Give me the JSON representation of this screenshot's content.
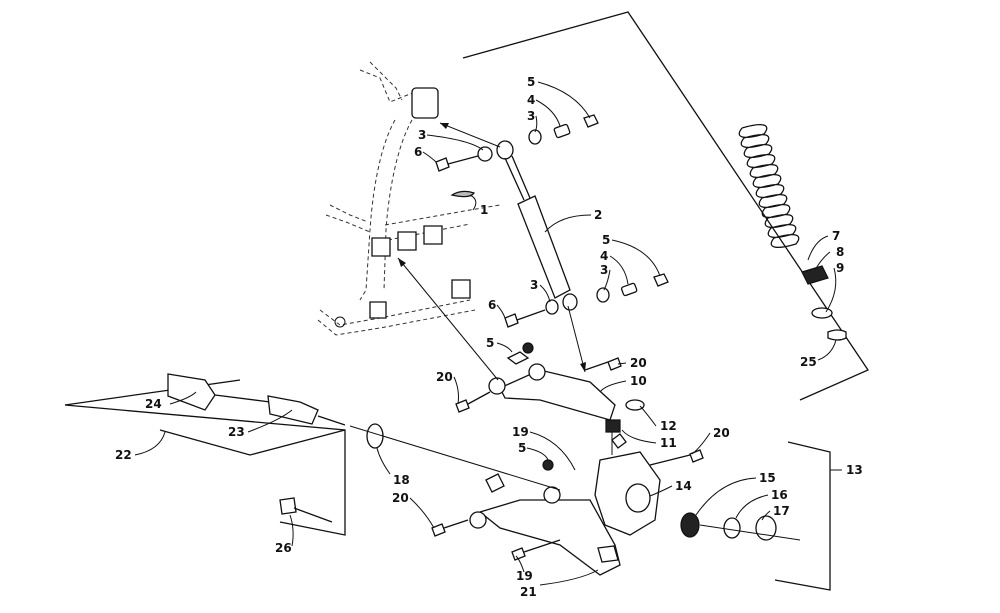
{
  "diagram": {
    "callouts": [
      {
        "id": "c5a",
        "text": "5"
      },
      {
        "id": "c4a",
        "text": "4"
      },
      {
        "id": "c3a",
        "text": "3"
      },
      {
        "id": "c3b",
        "text": "3"
      },
      {
        "id": "c6a",
        "text": "6"
      },
      {
        "id": "c1",
        "text": "1"
      },
      {
        "id": "c2",
        "text": "2"
      },
      {
        "id": "c5b",
        "text": "5"
      },
      {
        "id": "c4b",
        "text": "4"
      },
      {
        "id": "c3c",
        "text": "3"
      },
      {
        "id": "c3d",
        "text": "3"
      },
      {
        "id": "c6b",
        "text": "6"
      },
      {
        "id": "c7",
        "text": "7"
      },
      {
        "id": "c8",
        "text": "8"
      },
      {
        "id": "c9",
        "text": "9"
      },
      {
        "id": "c25",
        "text": "25"
      },
      {
        "id": "c5c",
        "text": "5"
      },
      {
        "id": "c20a",
        "text": "20"
      },
      {
        "id": "c20b",
        "text": "20"
      },
      {
        "id": "c10",
        "text": "10"
      },
      {
        "id": "c12",
        "text": "12"
      },
      {
        "id": "c11",
        "text": "11"
      },
      {
        "id": "c24",
        "text": "24"
      },
      {
        "id": "c23",
        "text": "23"
      },
      {
        "id": "c22",
        "text": "22"
      },
      {
        "id": "c19a",
        "text": "19"
      },
      {
        "id": "c5d",
        "text": "5"
      },
      {
        "id": "c20c",
        "text": "20"
      },
      {
        "id": "c13",
        "text": "13"
      },
      {
        "id": "c18",
        "text": "18"
      },
      {
        "id": "c14",
        "text": "14"
      },
      {
        "id": "c15",
        "text": "15"
      },
      {
        "id": "c16",
        "text": "16"
      },
      {
        "id": "c17",
        "text": "17"
      },
      {
        "id": "c20d",
        "text": "20"
      },
      {
        "id": "c26",
        "text": "26"
      },
      {
        "id": "c19b",
        "text": "19"
      },
      {
        "id": "c21",
        "text": "21"
      }
    ]
  }
}
